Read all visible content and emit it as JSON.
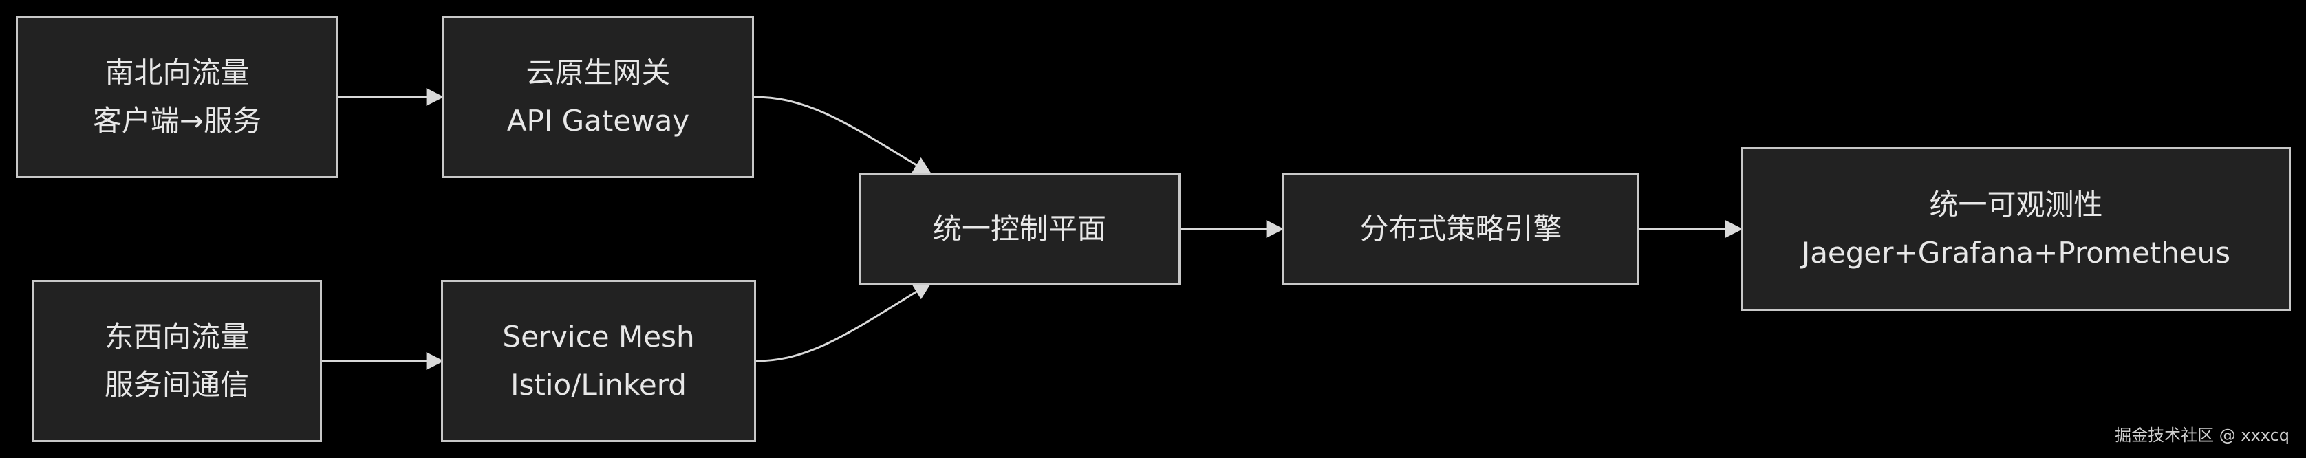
{
  "diagram": {
    "nodes": {
      "north_south": {
        "line1": "南北向流量",
        "line2": "客户端→服务"
      },
      "api_gateway": {
        "line1": "云原生网关",
        "line2": "API Gateway"
      },
      "east_west": {
        "line1": "东西向流量",
        "line2": "服务间通信"
      },
      "service_mesh": {
        "line1": "Service Mesh",
        "line2": "Istio/Linkerd"
      },
      "control_plane": {
        "line1": "统一控制平面"
      },
      "policy_engine": {
        "line1": "分布式策略引擎"
      },
      "observability": {
        "line1": "统一可观测性",
        "line2": "Jaeger+Grafana+Prometheus"
      }
    },
    "edges": [
      {
        "from": "north_south",
        "to": "api_gateway"
      },
      {
        "from": "east_west",
        "to": "service_mesh"
      },
      {
        "from": "api_gateway",
        "to": "control_plane"
      },
      {
        "from": "service_mesh",
        "to": "control_plane"
      },
      {
        "from": "control_plane",
        "to": "policy_engine"
      },
      {
        "from": "policy_engine",
        "to": "observability"
      }
    ],
    "colors": {
      "background": "#000000",
      "node_fill": "#222222",
      "node_border": "#c8c8c8",
      "edge": "#d9d9d9",
      "text": "#e8e8e8"
    }
  },
  "watermark": "掘金技术社区 @ xxxcq"
}
